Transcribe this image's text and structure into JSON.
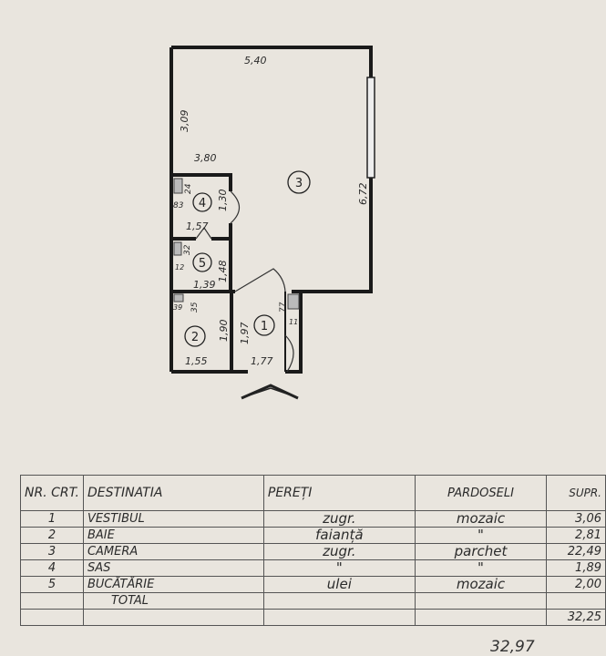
{
  "plan": {
    "rooms": [
      {
        "number": "1",
        "dims": [
          "1,97",
          "1,77",
          "77",
          "11"
        ]
      },
      {
        "number": "2",
        "dims": [
          "1,90",
          "1,55",
          "39",
          "35"
        ]
      },
      {
        "number": "3",
        "dims": [
          "5,40",
          "3,09",
          "3,80",
          "6,72"
        ]
      },
      {
        "number": "4",
        "dims": [
          "1,30",
          "1,57",
          "83",
          "24"
        ]
      },
      {
        "number": "5",
        "dims": [
          "1,48",
          "1,39",
          "32",
          "12"
        ]
      }
    ]
  },
  "table": {
    "headers": {
      "nr": "NR. CRT.",
      "destinatia": "DESTINATIA",
      "pereti": "PEREȚI",
      "pardoseli": "PARDOSELI",
      "supr": "SUPR."
    },
    "rows": [
      {
        "nr": "1",
        "destinatia": "VESTIBUL",
        "pereti": "zugr.",
        "pardoseli": "mozaic",
        "supr": "3,06"
      },
      {
        "nr": "2",
        "destinatia": "BAIE",
        "pereti": "faianță",
        "pardoseli": "\"",
        "supr": "2,81"
      },
      {
        "nr": "3",
        "destinatia": "CAMERA",
        "pereti": "zugr.",
        "pardoseli": "parchet",
        "supr": "22,49"
      },
      {
        "nr": "4",
        "destinatia": "SAS",
        "pereti": "\"",
        "pardoseli": "\"",
        "supr": "1,89"
      },
      {
        "nr": "5",
        "destinatia": "BUCĂTĂRIE",
        "pereti": "ulei",
        "pardoseli": "mozaic",
        "supr": "2,00"
      }
    ],
    "total_label": "TOTAL",
    "total": "32,25",
    "total_corrected": "32,97"
  }
}
